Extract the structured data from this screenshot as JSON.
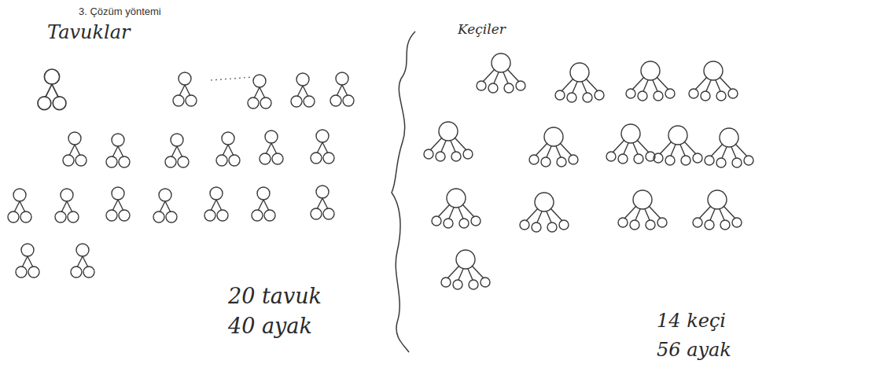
{
  "diagram": {
    "title": "3. Çözüm yöntemi",
    "labels": [
      "Tavuklar",
      "Keçiler",
      "20 tavuk",
      "40 ayak",
      "14 keçi",
      "56 ayak"
    ]
  }
}
